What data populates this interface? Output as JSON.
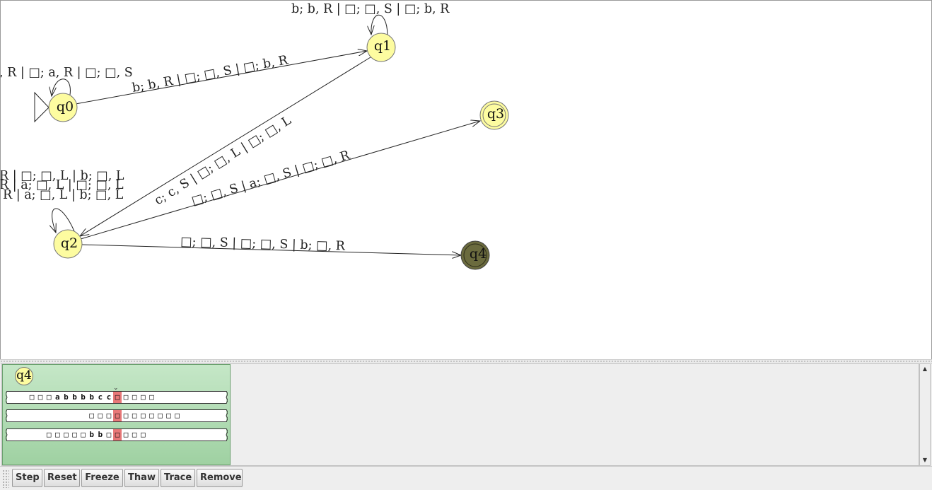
{
  "states": {
    "q0": "q0",
    "q1": "q1",
    "q2": "q2",
    "q3": "q3",
    "q4": "q4"
  },
  "transitions": {
    "q0_loop": ", R | □; a, R | □; □, S",
    "q0_q1": "b; b, R | □; □, S | □; b, R",
    "q1_loop": "b; b, R | □; □, S | □; b, R",
    "q1_q2": "c; c, S | □; □, L | □; □, L",
    "q2_q3": "□; □, S | a; □, S | □; □, R",
    "q2_q4": "□; □, S | □; □, S | b; □, R",
    "q2_loop_1": "R | □; □, L | b; □, L",
    "q2_loop_2": "R | a; □, L | □; □, L",
    "q2_loop_3": "R | a; □, L | b; □, L"
  },
  "colors": {
    "state_fill": "#fdfca0",
    "current_state_fill": "#6b6b3e",
    "config_bg": "#a8d8ab",
    "head_cell": "#e87878"
  },
  "simulation": {
    "config_state": "q4",
    "tapes": [
      {
        "cells": [
          "□",
          "□",
          "□",
          "a",
          "b",
          "b",
          "b",
          "b",
          "c",
          "c",
          "□",
          "□",
          "□",
          "□",
          "□"
        ],
        "head": 10
      },
      {
        "cells": [
          "□",
          "□",
          "□",
          "□",
          "□",
          "□",
          "□",
          "□",
          "□",
          "□",
          "□"
        ],
        "head": 3
      },
      {
        "cells": [
          "□",
          "□",
          "□",
          "□",
          "□",
          "b",
          "b",
          "□",
          "□",
          "□",
          "□",
          "□"
        ],
        "head": 8
      }
    ]
  },
  "toolbar": {
    "step": "Step",
    "reset": "Reset",
    "freeze": "Freeze",
    "thaw": "Thaw",
    "trace": "Trace",
    "remove": "Remove"
  }
}
